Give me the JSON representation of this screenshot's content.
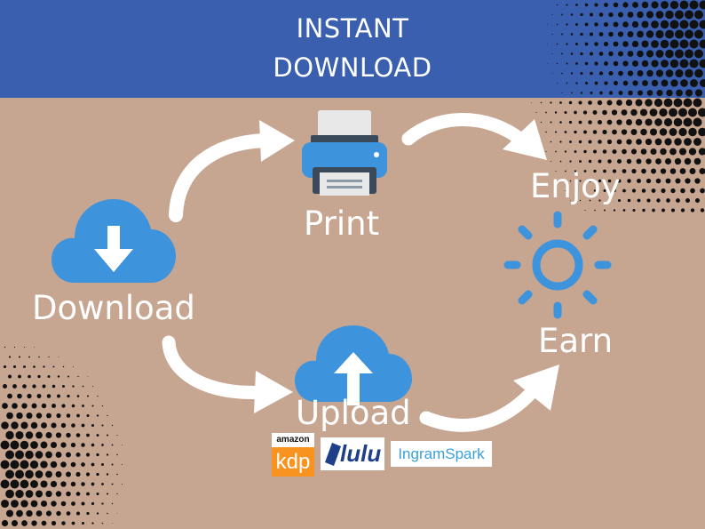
{
  "header": {
    "line1": "INSTANT",
    "line2": "DOWNLOAD"
  },
  "labels": {
    "download": "Download",
    "print": "Print",
    "upload": "Upload",
    "enjoy": "Enjoy",
    "earn": "Earn"
  },
  "logos": {
    "kdp_top": "amazon",
    "kdp": "kdp",
    "lulu": "lulu",
    "ingramspark": "IngramSpark"
  },
  "icons": [
    "cloud-download-icon",
    "printer-icon",
    "cloud-upload-icon",
    "sun-icon"
  ],
  "colors": {
    "background": "#c6a591",
    "header": "#3a5fae",
    "icon_blue": "#3d93dc",
    "text": "#ffffff",
    "kdp_orange": "#f7931e"
  }
}
